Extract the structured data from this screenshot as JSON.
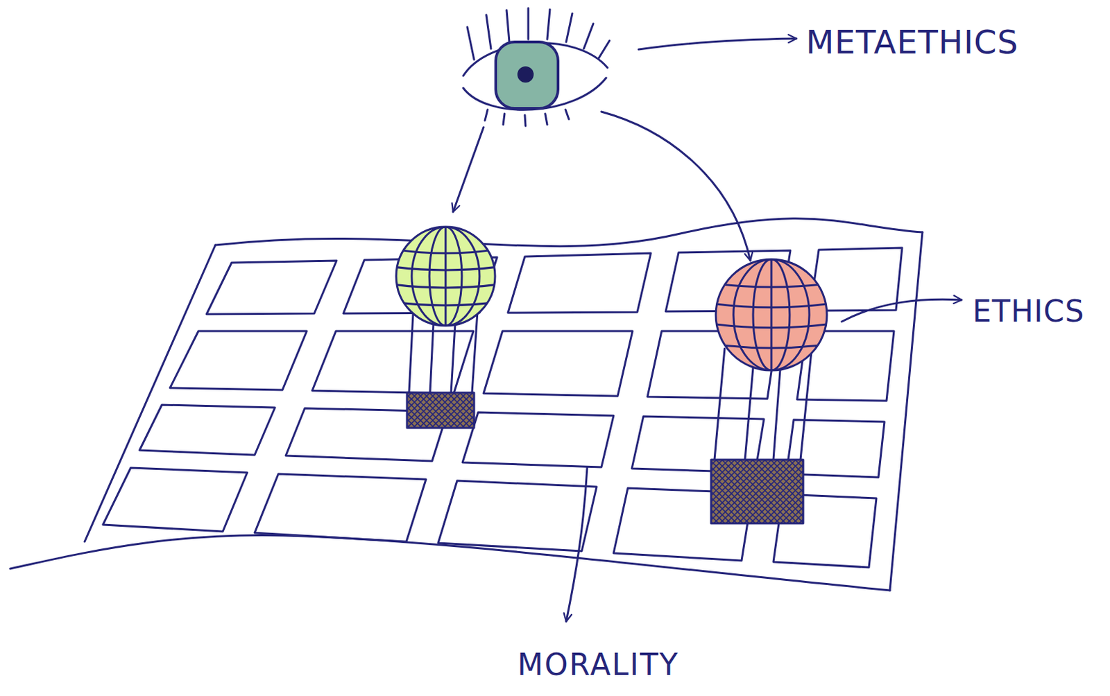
{
  "diagram": {
    "labels": [
      "METAETHICS",
      "ETHICS",
      "MORALITY"
    ]
  }
}
